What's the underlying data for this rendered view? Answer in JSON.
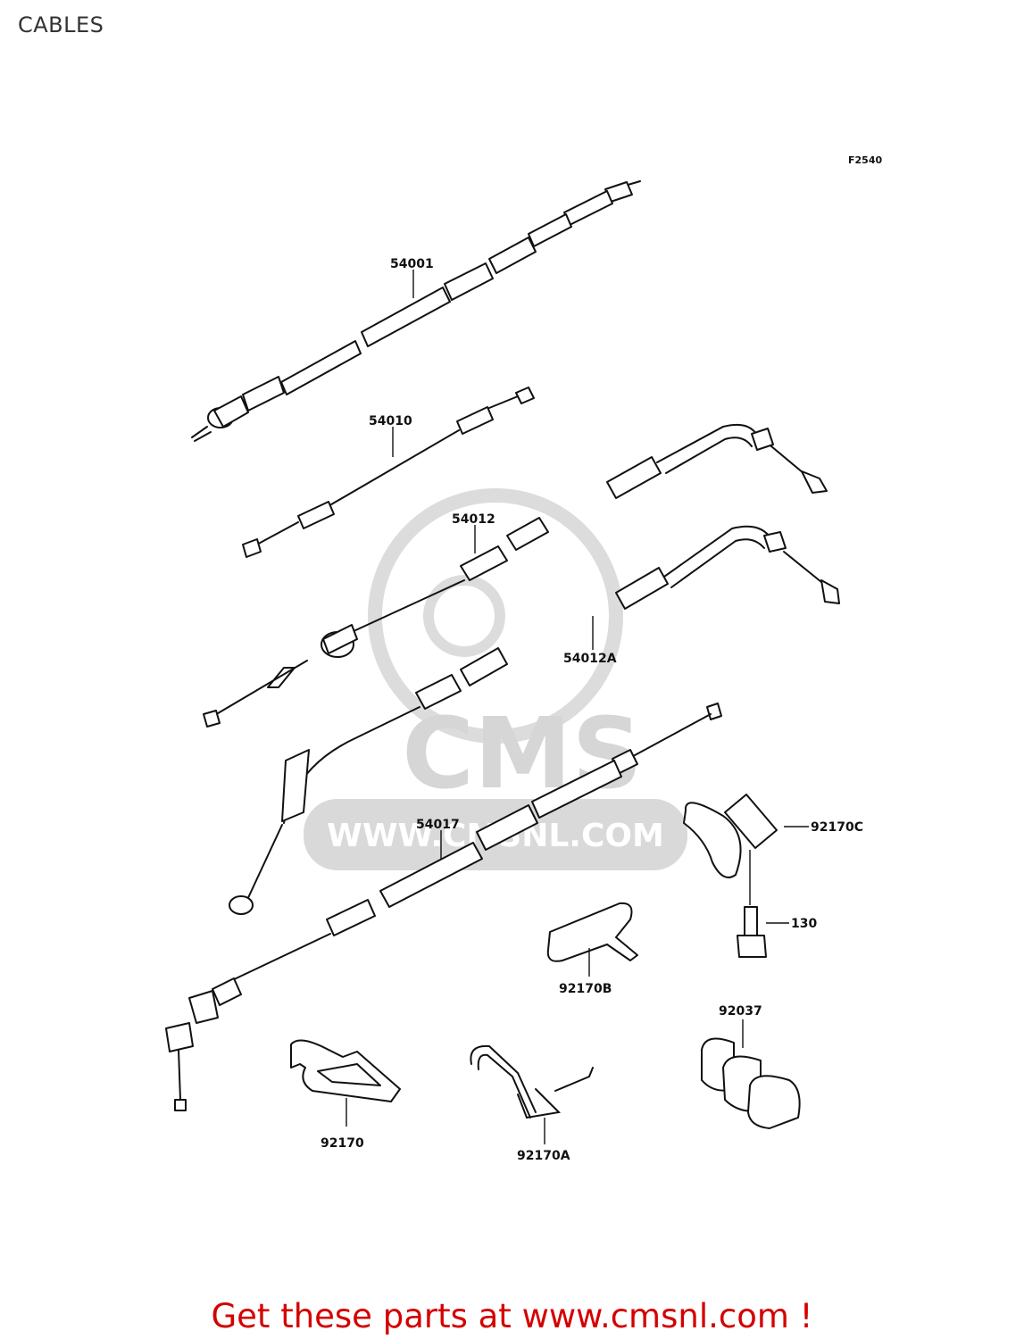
{
  "header": {
    "title": "CABLES"
  },
  "figure_code": "F2540",
  "callouts": {
    "c54001": "54001",
    "c54010": "54010",
    "c54012": "54012",
    "c54012a": "54012A",
    "c54017": "54017",
    "c92170c": "92170C",
    "c130": "130",
    "c92170b": "92170B",
    "c92037": "92037",
    "c92170": "92170",
    "c92170a": "92170A"
  },
  "watermark": {
    "brand": "CMS",
    "url": "WWW.CMSNL.COM"
  },
  "footer": {
    "text": "Get these parts at www.cmsnl.com !"
  }
}
